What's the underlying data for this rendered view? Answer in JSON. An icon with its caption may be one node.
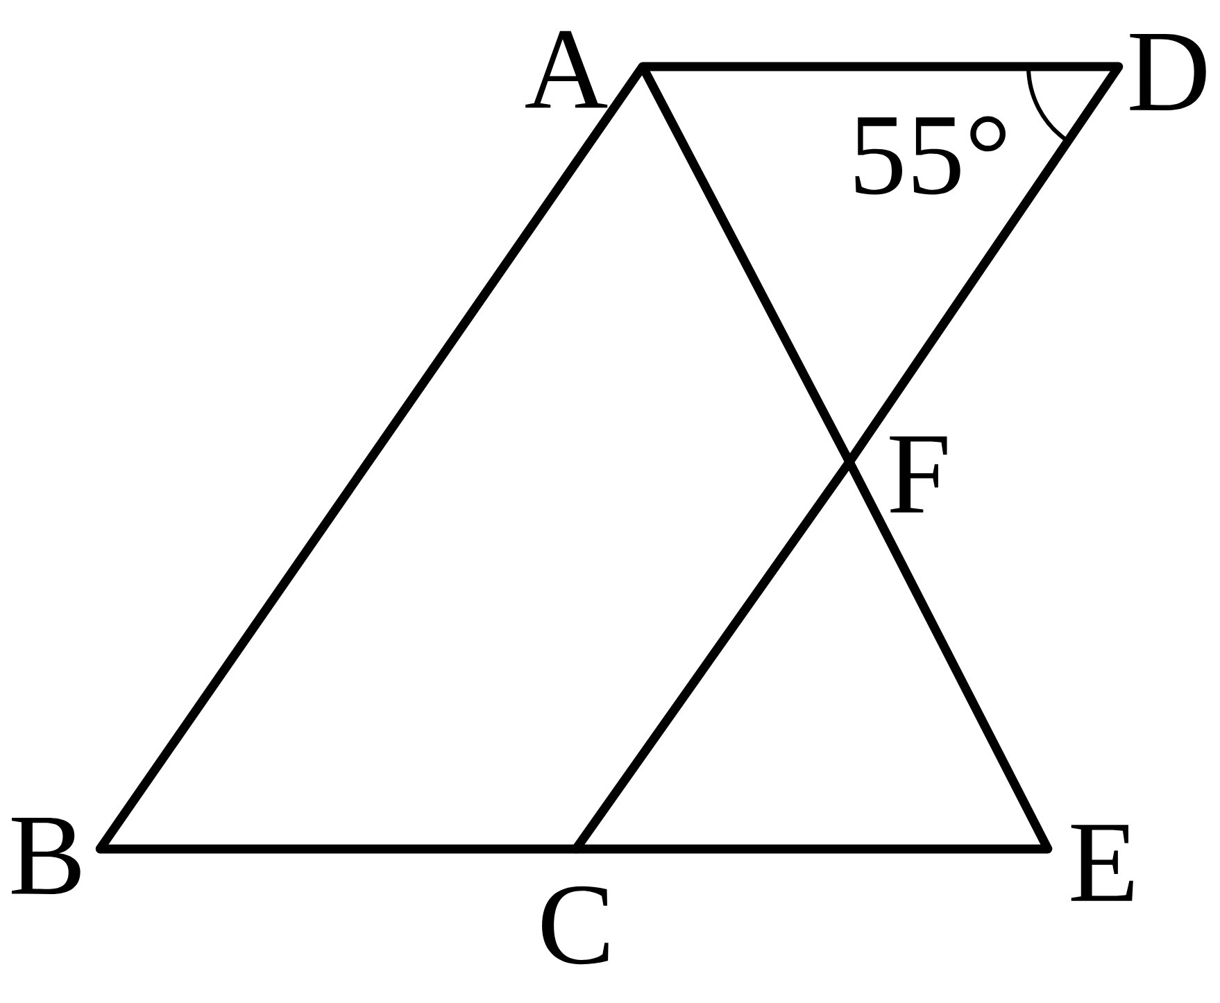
{
  "diagram": {
    "nodes": [
      {
        "text": [
          "A"
        ]
      },
      {
        "text": [
          "D"
        ]
      },
      {
        "text": [
          "F"
        ]
      },
      {
        "text": [
          "B"
        ]
      },
      {
        "text": [
          "C"
        ]
      },
      {
        "text": [
          "E"
        ]
      }
    ],
    "edges": [
      {
        "from": 0,
        "to": 1,
        "arrow": "none"
      },
      {
        "from": 0,
        "to": 3,
        "arrow": "none"
      },
      {
        "from": 0,
        "to": 2,
        "arrow": "none"
      },
      {
        "from": 2,
        "to": 5,
        "arrow": "none"
      },
      {
        "from": 1,
        "to": 2,
        "arrow": "none"
      },
      {
        "from": 2,
        "to": 4,
        "arrow": "none"
      },
      {
        "from": 3,
        "to": 4,
        "arrow": "none"
      },
      {
        "from": 4,
        "to": 5,
        "arrow": "none"
      }
    ],
    "labels": [
      "55°"
    ]
  }
}
